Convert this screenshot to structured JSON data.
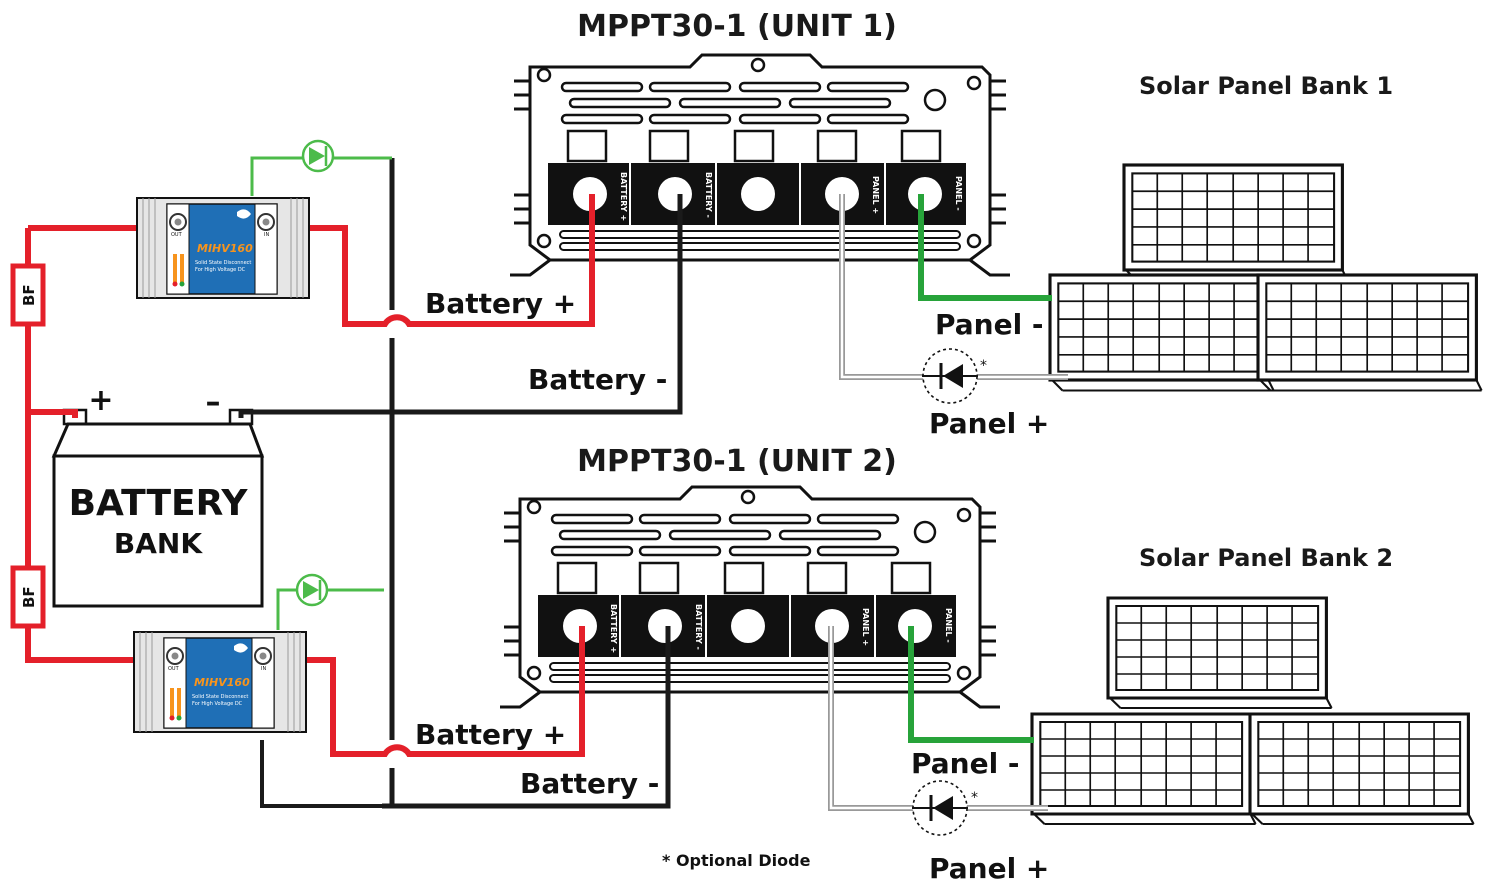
{
  "controllers": [
    {
      "title": "MPPT30-1 (UNIT 1)",
      "terminals": [
        "BATTERY +",
        "BATTERY -",
        "",
        "PANEL +",
        "PANEL -"
      ]
    },
    {
      "title": "MPPT30-1 (UNIT 2)",
      "terminals": [
        "BATTERY +",
        "BATTERY -",
        "",
        "PANEL +",
        "PANEL -"
      ]
    }
  ],
  "panel_banks": [
    {
      "label": "Solar Panel Bank 1"
    },
    {
      "label": "Solar Panel Bank 2"
    }
  ],
  "wire_labels": {
    "u1_batt_pos": "Battery +",
    "u1_batt_neg": "Battery -",
    "u1_panel_neg": "Panel -",
    "u1_panel_pos": "Panel +",
    "u2_batt_pos": "Battery +",
    "u2_batt_neg": "Battery -",
    "u2_panel_neg": "Panel -",
    "u2_panel_pos": "Panel +"
  },
  "battery": {
    "line1": "BATTERY",
    "line2": "BANK",
    "plus": "+",
    "minus": "–"
  },
  "fuses": [
    {
      "label": "BF"
    },
    {
      "label": "BF"
    }
  ],
  "disconnects": [
    {
      "model": "MIHV160",
      "out": "OUT",
      "in": "IN",
      "desc1": "Solid State Disconnect",
      "desc2": "For High Voltage DC"
    },
    {
      "model": "MIHV160",
      "out": "OUT",
      "in": "IN",
      "desc1": "Solid State Disconnect",
      "desc2": "For High Voltage DC"
    }
  ],
  "diode_marker": "*",
  "footnote": "* Optional Diode",
  "colors": {
    "positive": "#e4202a",
    "negative": "#1a1a1a",
    "panel_neg": "#27a33a",
    "led_wire": "#4cbb4a",
    "disconnect_blue": "#1f6fb6"
  }
}
